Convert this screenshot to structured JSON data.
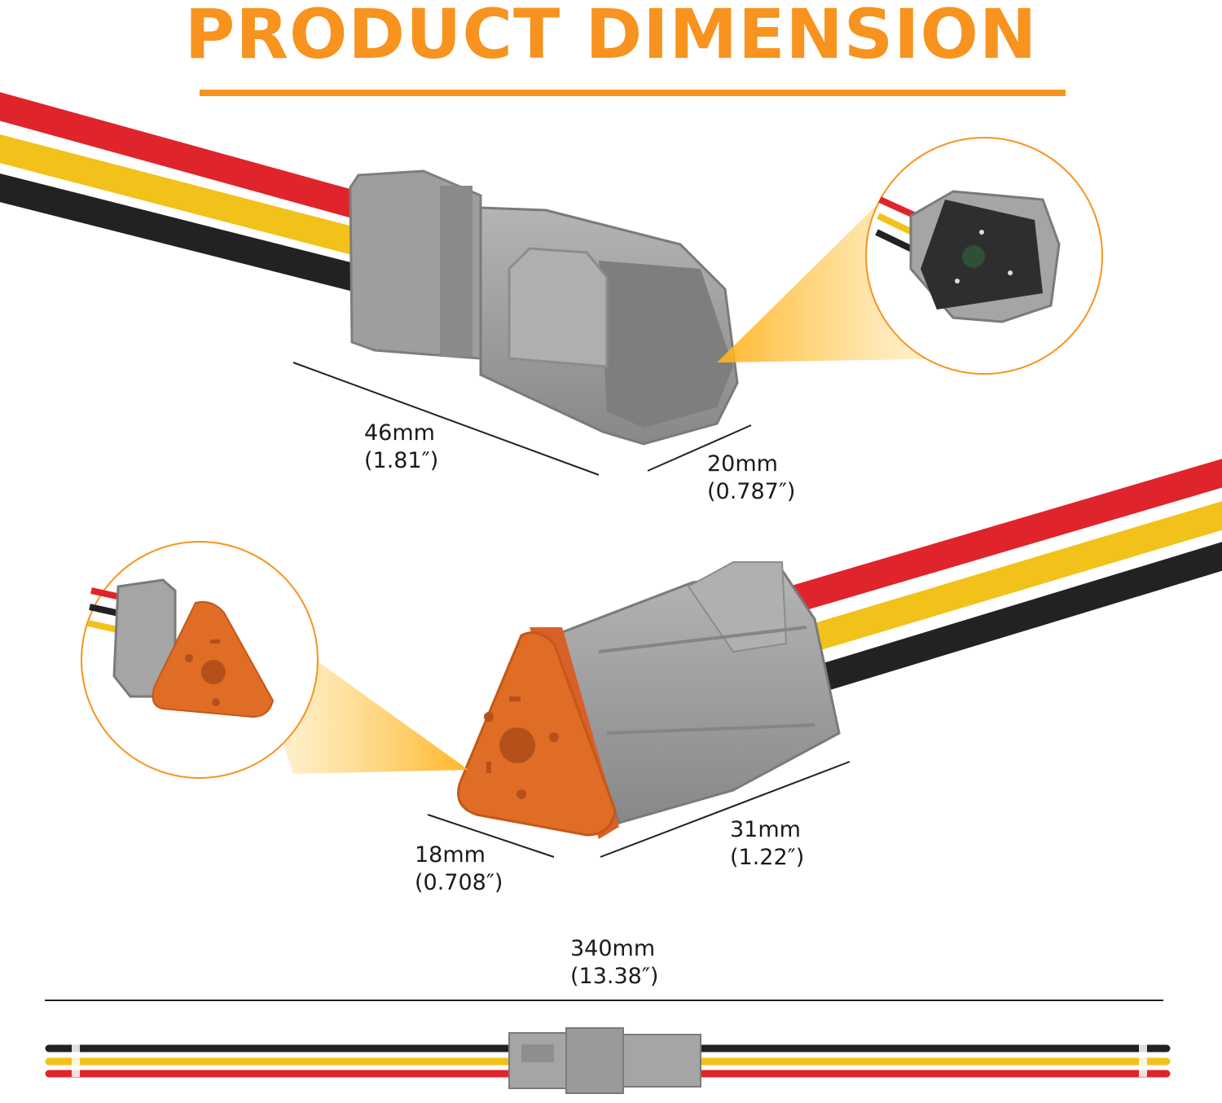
{
  "header": {
    "title": "PRODUCT DIMENSION"
  },
  "dimensions": {
    "male_length": {
      "mm": "46mm",
      "inch": "(1.81″)"
    },
    "male_width": {
      "mm": "20mm",
      "inch": "(0.787″)"
    },
    "female_width": {
      "mm": "18mm",
      "inch": "(0.708″)"
    },
    "female_length": {
      "mm": "31mm",
      "inch": "(1.22″)"
    },
    "total_length": {
      "mm": "340mm",
      "inch": "(13.38″)"
    }
  },
  "colors": {
    "accent": "#F7931E",
    "wire_red": "#E0242B",
    "wire_yellow": "#F2C21B",
    "wire_black": "#222222",
    "connector_gray": "#9B9B9B",
    "seal_orange": "#E06D25"
  }
}
